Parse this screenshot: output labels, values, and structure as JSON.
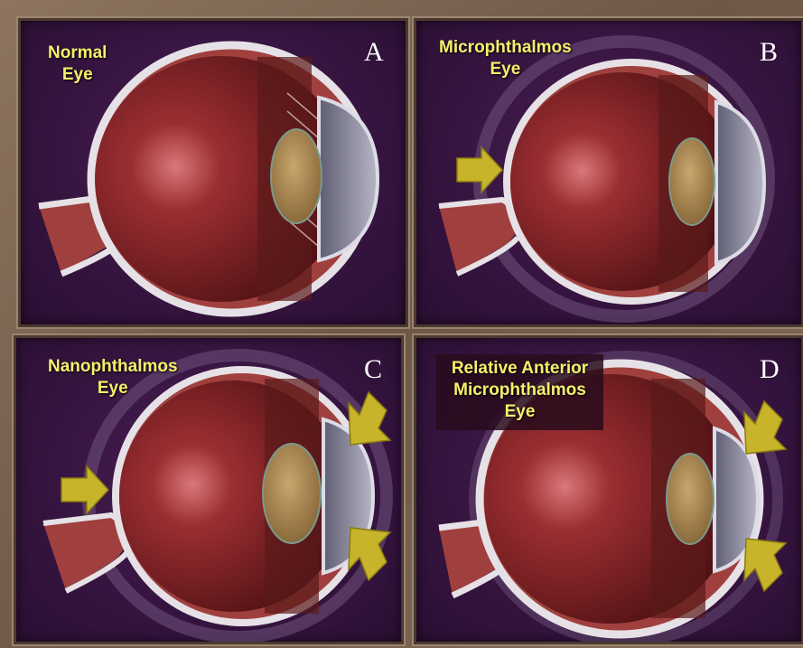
{
  "panels": [
    {
      "letter": "A",
      "label_lines": [
        "Normal",
        "Eye"
      ]
    },
    {
      "letter": "B",
      "label_lines": [
        "Microphthalmos",
        "Eye"
      ]
    },
    {
      "letter": "C",
      "label_lines": [
        "Nanophthalmos",
        "Eye"
      ]
    },
    {
      "letter": "D",
      "label_lines": [
        "Relative Anterior",
        "Microphthalmos",
        "Eye"
      ]
    }
  ],
  "colors": {
    "background": "#35143f",
    "label": "#f4f06a",
    "sclera": "#e6e1e6",
    "globe": "#7a1f22",
    "lens": "#b08a55",
    "cornea": "#8c8b9e",
    "arrow": "#c8b42a",
    "frame": "#7a6452"
  },
  "icons": [
    "right-arrow-icon",
    "down-left-arrow-icon",
    "up-left-arrow-icon"
  ]
}
